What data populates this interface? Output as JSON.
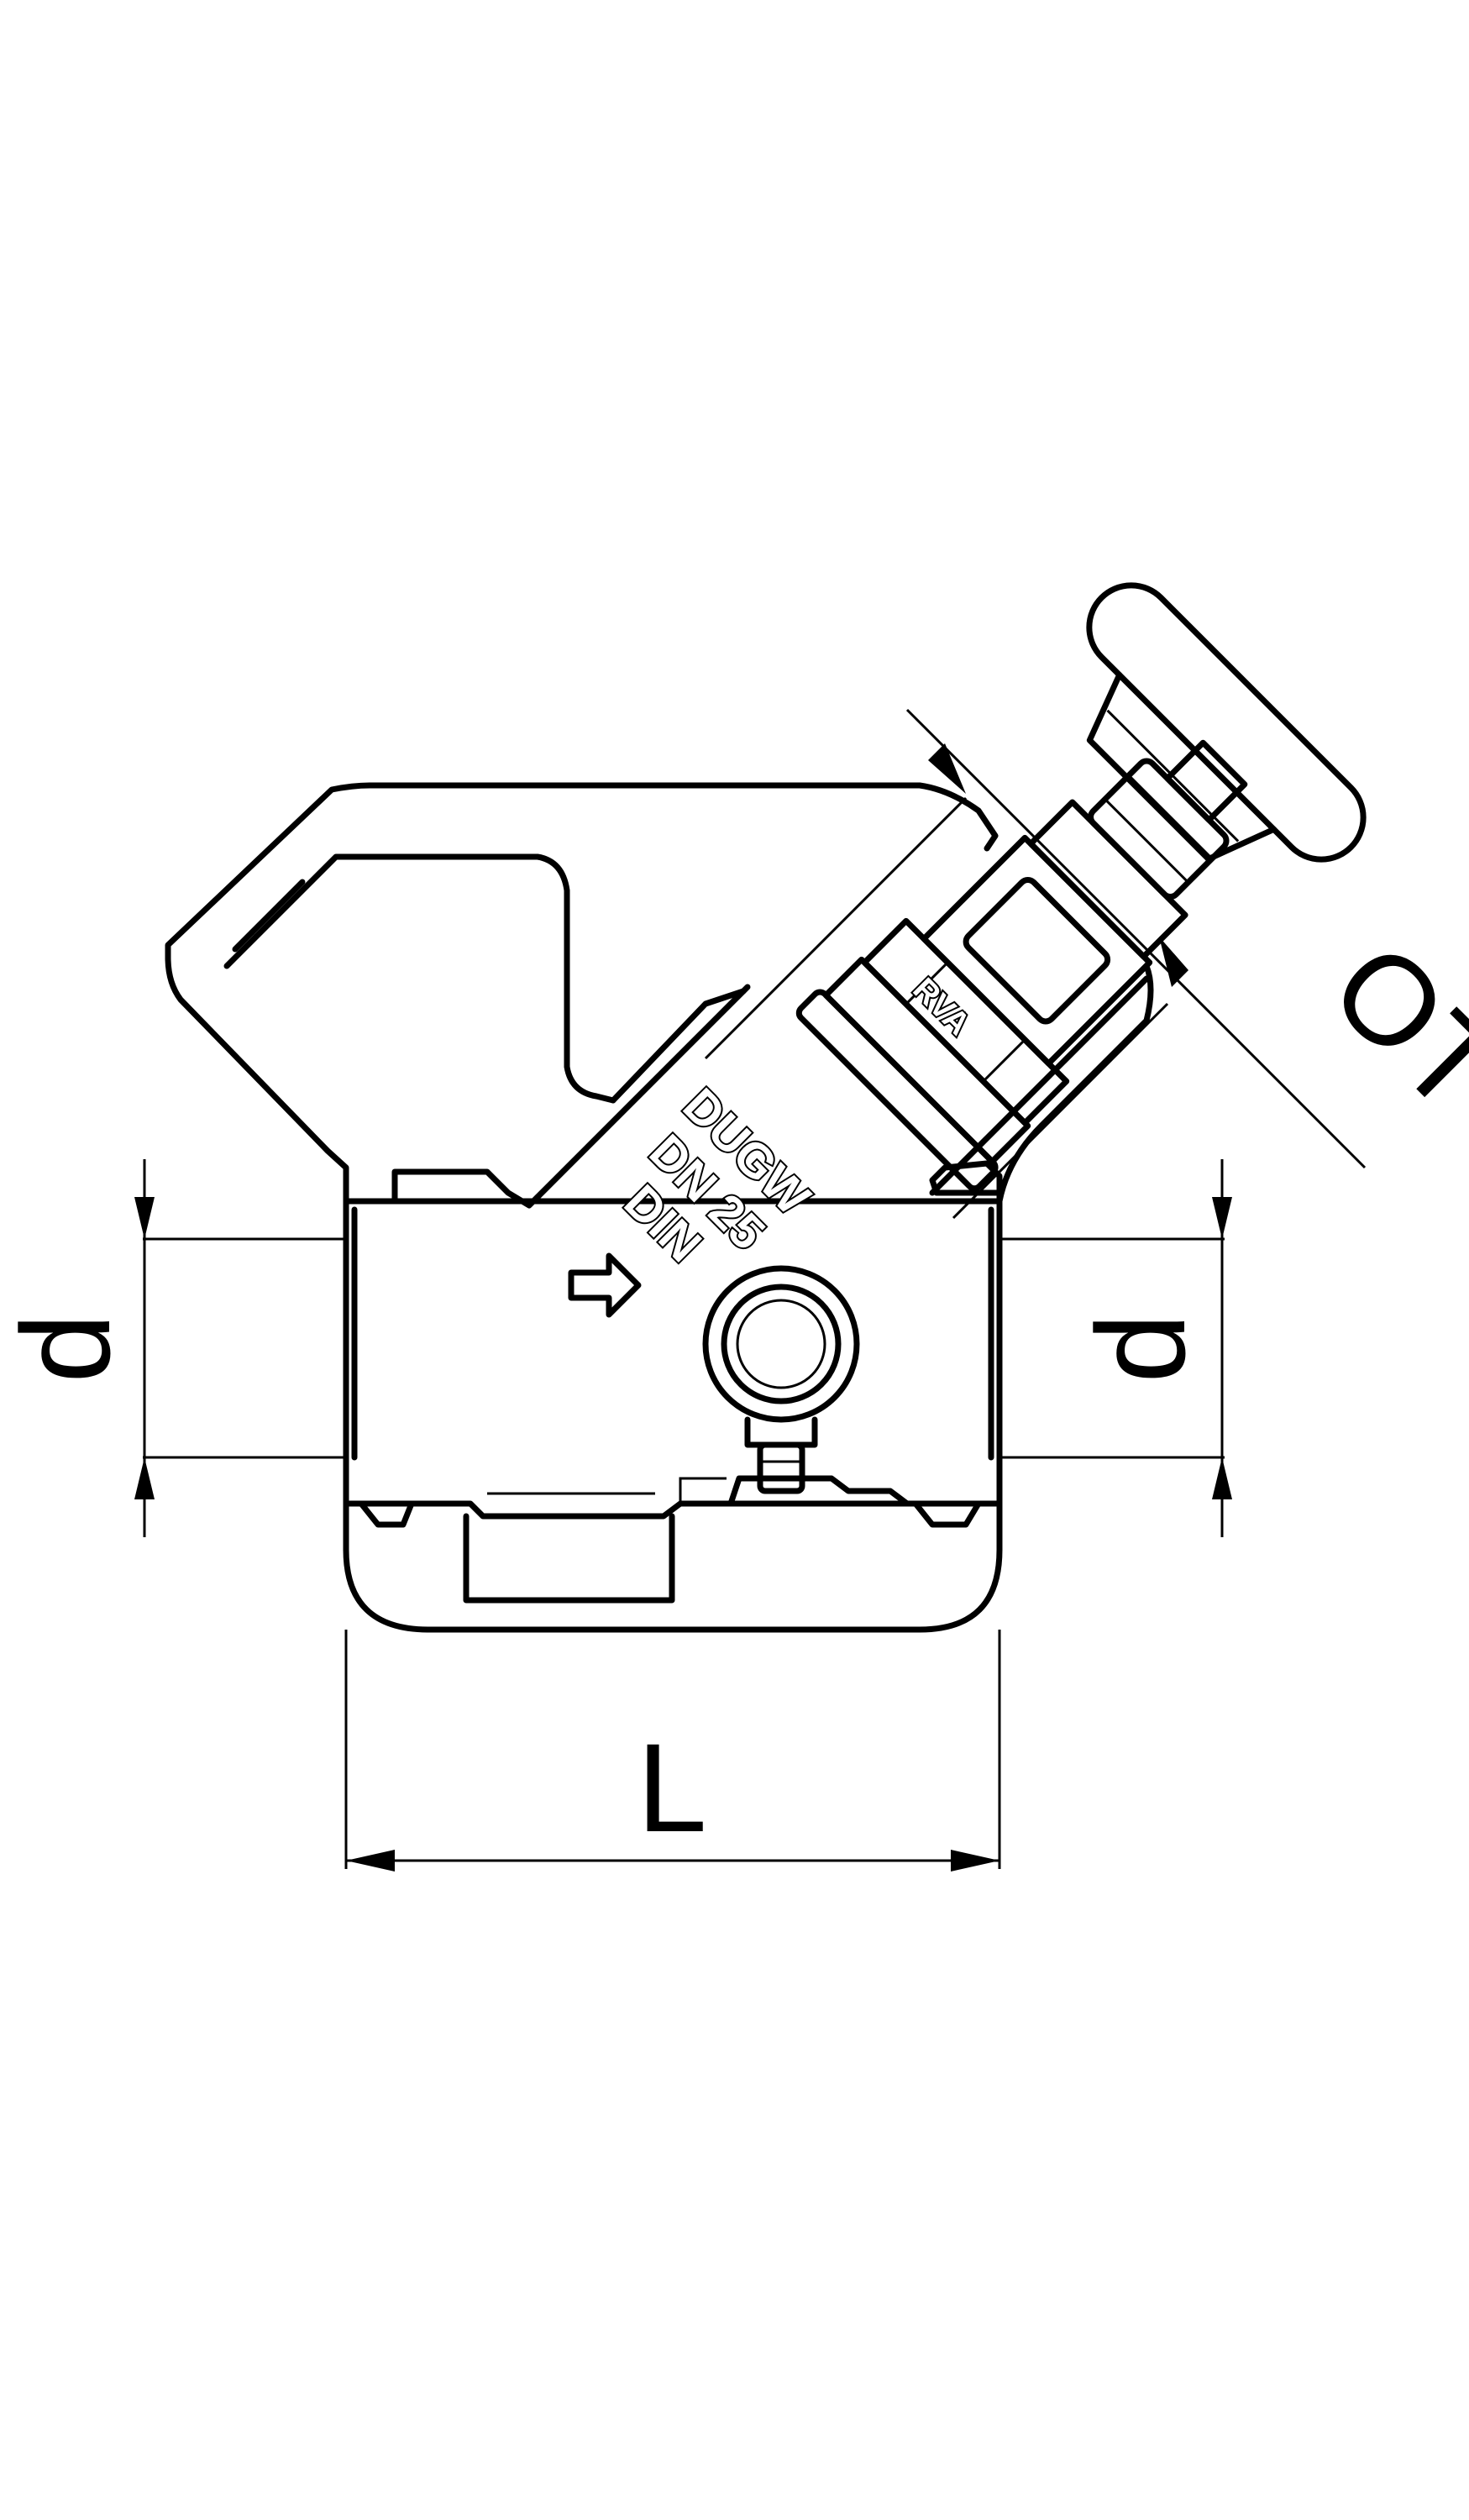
{
  "dimensions": {
    "left_diameter": "d",
    "right_diameter": "d",
    "length": "L",
    "handwheel_size": "OT"
  },
  "body_marking": {
    "line1": "DUGW",
    "line2": "DN 25",
    "line3": "DIN"
  },
  "bonnet_marking": "RVA"
}
